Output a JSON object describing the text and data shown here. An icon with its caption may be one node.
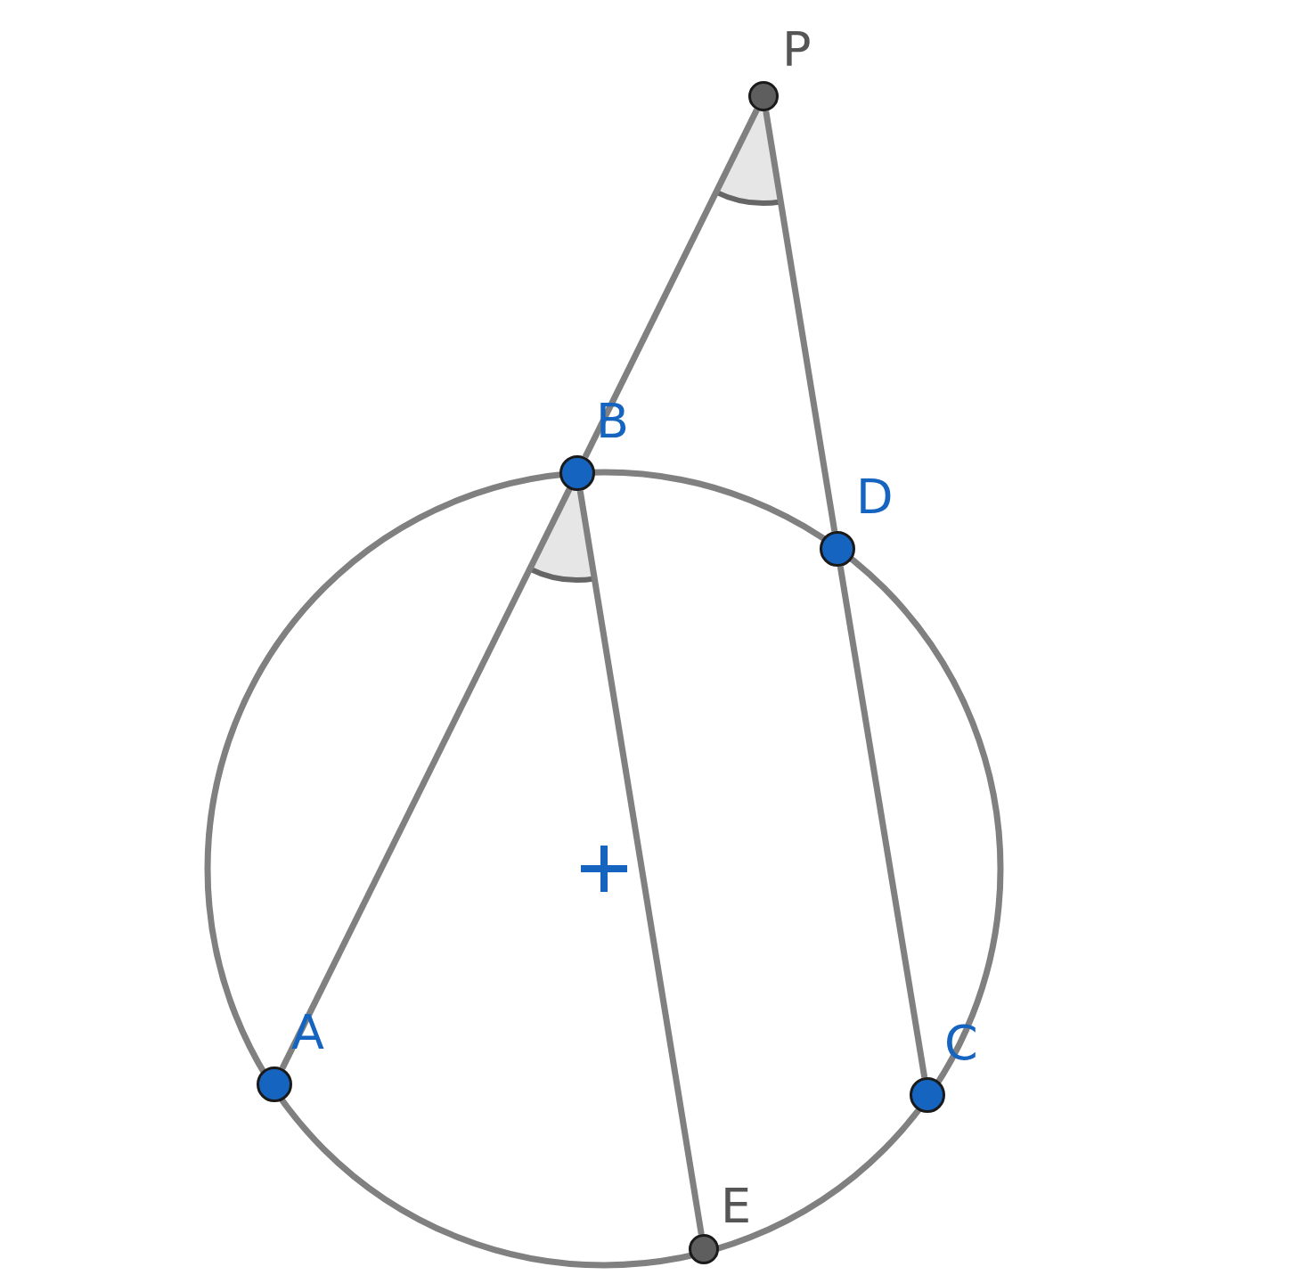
{
  "diagram": {
    "nodes": [
      {
        "text": [
          "P"
        ]
      },
      {
        "text": [
          "B"
        ]
      },
      {
        "text": [
          "D"
        ]
      },
      {
        "text": [
          "A"
        ]
      },
      {
        "text": [
          "C"
        ]
      },
      {
        "text": [
          "E"
        ]
      }
    ],
    "edges": [
      {
        "from": 0,
        "to": 1,
        "arrow": "none"
      },
      {
        "from": 1,
        "to": 3,
        "arrow": "none"
      },
      {
        "from": 0,
        "to": 2,
        "arrow": "none"
      },
      {
        "from": 2,
        "to": 4,
        "arrow": "none"
      },
      {
        "from": 1,
        "to": 5,
        "arrow": "none"
      }
    ]
  }
}
